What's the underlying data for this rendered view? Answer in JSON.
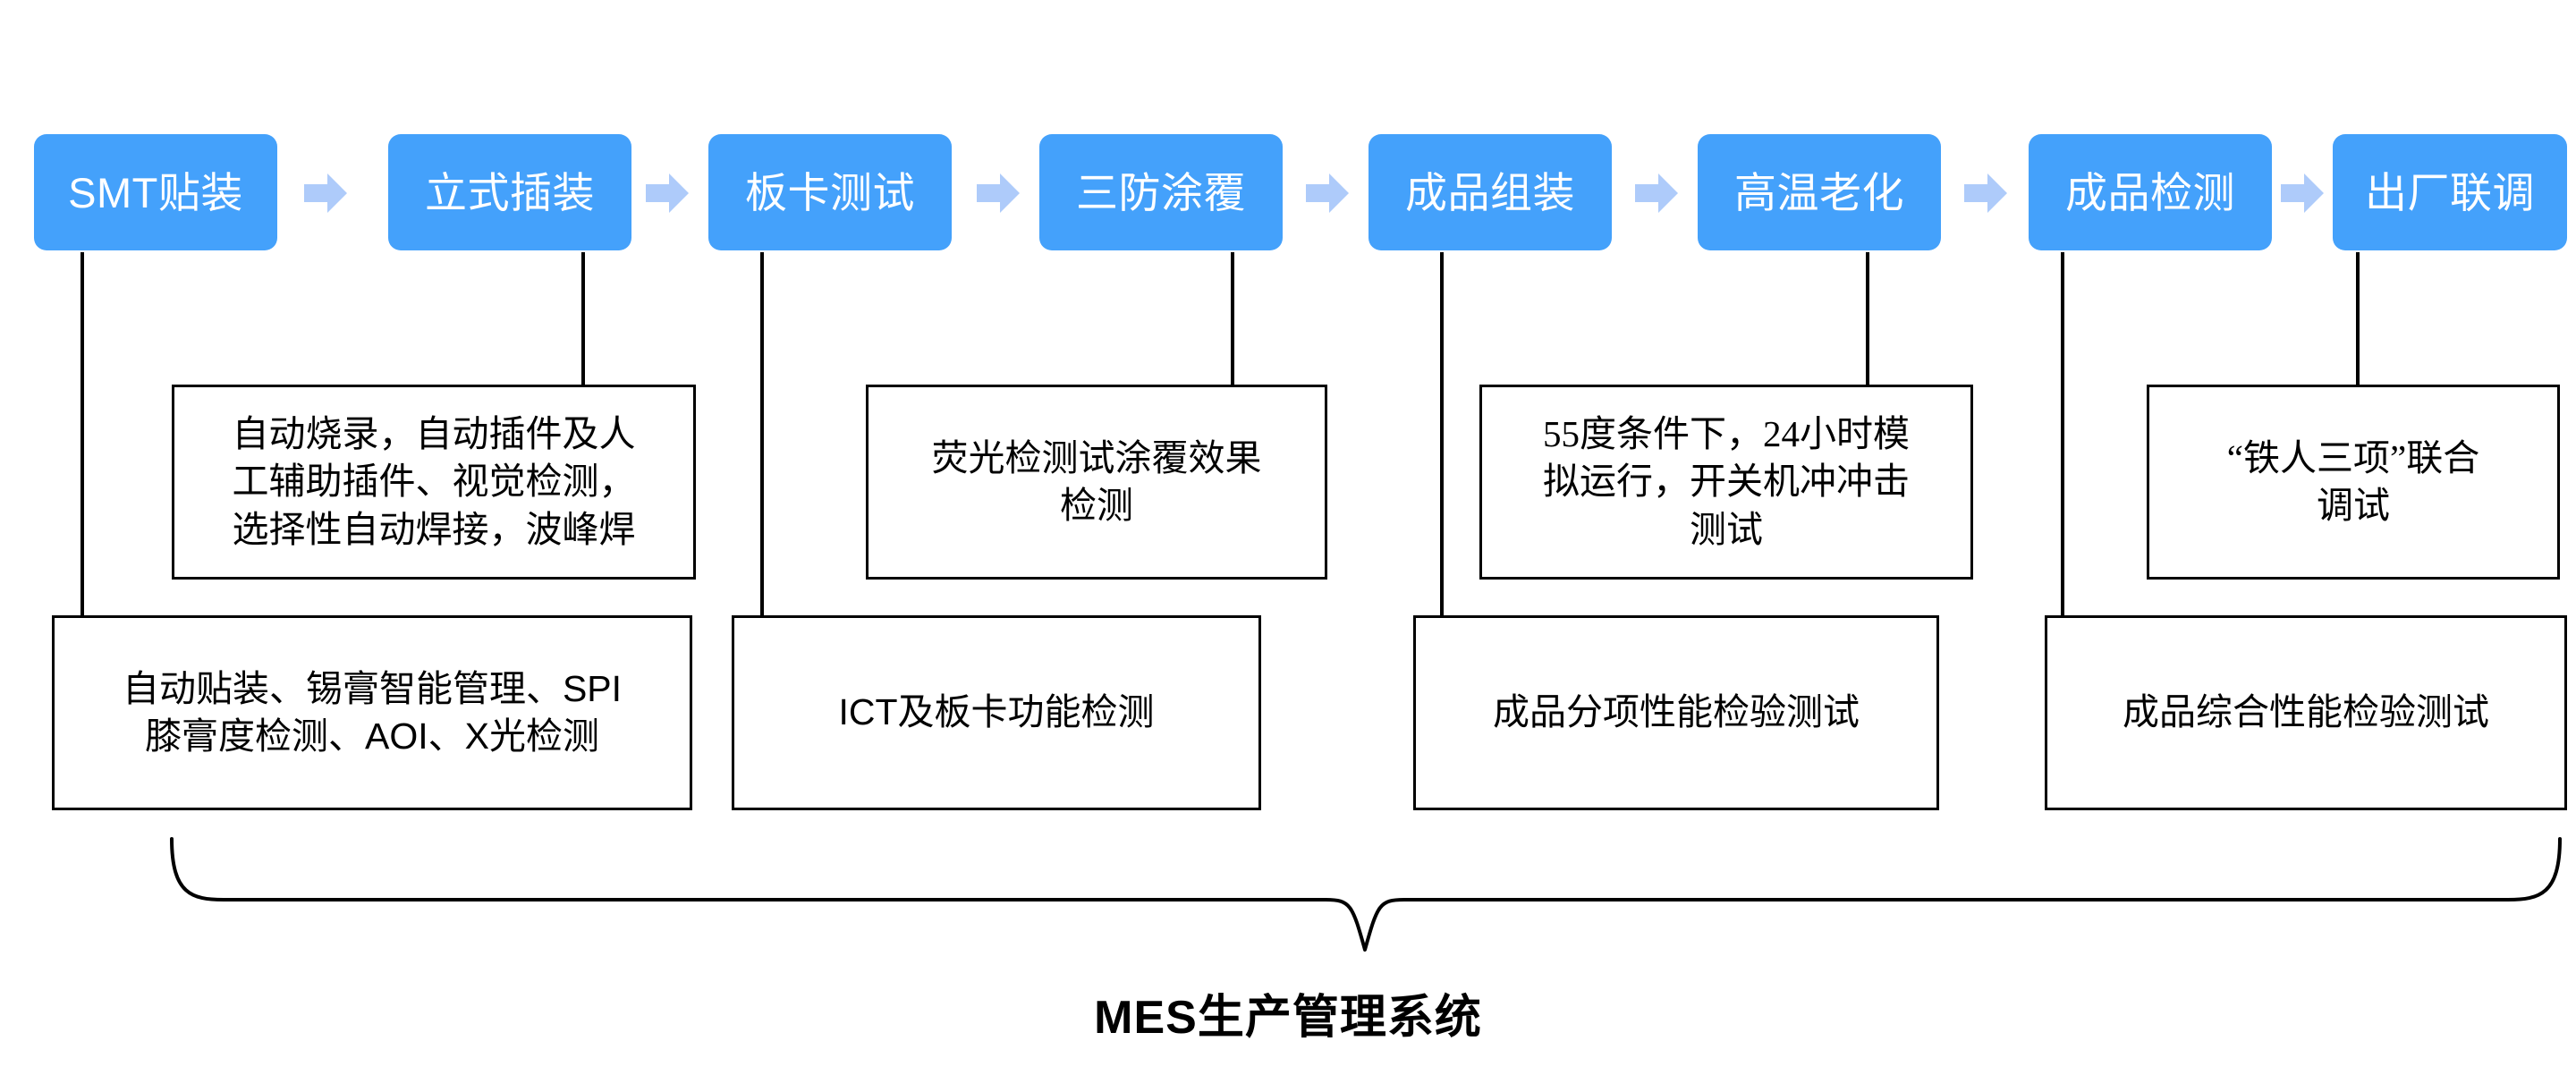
{
  "diagram": {
    "title_caption": "MES生产管理系统",
    "accent_color": "#44a1fb",
    "arrow_color": "#aecbfa",
    "line_color": "#000000",
    "background": "#ffffff",
    "stages": [
      {
        "id": "smt",
        "label": "SMT贴装"
      },
      {
        "id": "vertical-insert",
        "label": "立式插装"
      },
      {
        "id": "board-test",
        "label": "板卡测试"
      },
      {
        "id": "conformal-coating",
        "label": "三防涂覆"
      },
      {
        "id": "final-assembly",
        "label": "成品组装"
      },
      {
        "id": "high-temp-aging",
        "label": "高温老化"
      },
      {
        "id": "final-inspection",
        "label": "成品检测"
      },
      {
        "id": "factory-commissioning",
        "label": "出厂联调"
      }
    ],
    "stage_extra": {
      "id": "factory-commissioning-2",
      "label": "出厂联调"
    },
    "upper_notes": [
      {
        "id": "note-vertical-insert",
        "lines": [
          "自动烧录，自动插件及人",
          "工辅助插件、视觉检测，",
          "选择性自动焊接，波峰焊"
        ]
      },
      {
        "id": "note-conformal-coating",
        "lines": [
          "荧光检测试涂覆效果",
          "检测"
        ]
      },
      {
        "id": "note-high-temp-aging",
        "lines": [
          "55度条件下，24小时模",
          "拟运行，开关机冲冲击",
          "测试"
        ]
      },
      {
        "id": "note-factory-commissioning",
        "lines": [
          "“铁人三项”联合",
          "调试"
        ]
      }
    ],
    "lower_notes": [
      {
        "id": "note-smt",
        "lines": [
          "自动贴装、锡膏智能管理、SPI",
          "膝膏度检测、AOI、X光检测"
        ]
      },
      {
        "id": "note-board-test",
        "lines": [
          "ICT及板卡功能检测"
        ]
      },
      {
        "id": "note-final-assembly",
        "lines": [
          "成品分项性能检验测试"
        ]
      },
      {
        "id": "note-final-inspection",
        "lines": [
          "成品综合性能检验测试"
        ]
      }
    ]
  }
}
